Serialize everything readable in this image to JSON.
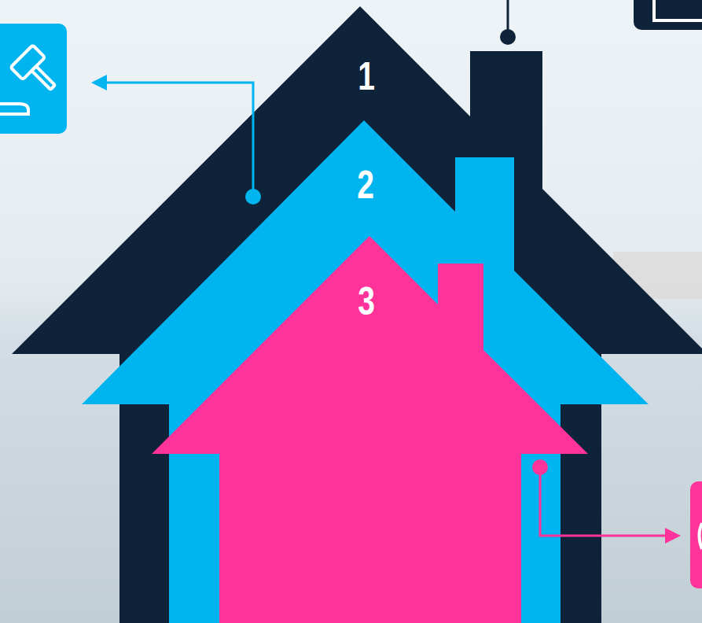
{
  "diagram": {
    "nodes": [
      {
        "text": [
          "1"
        ]
      },
      {
        "text": [
          "2"
        ],
        "in": 0
      },
      {
        "text": [
          "3"
        ],
        "in": 1
      }
    ]
  }
}
